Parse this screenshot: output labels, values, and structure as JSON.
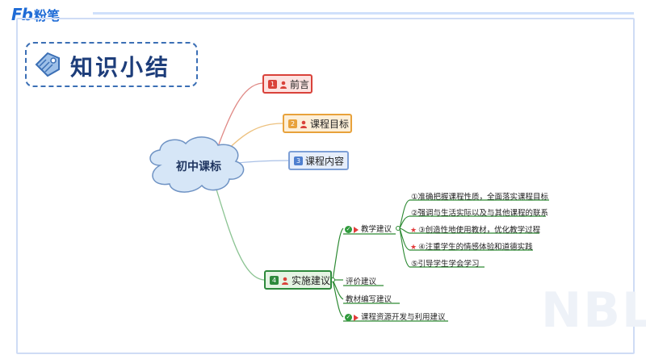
{
  "brand": {
    "logo": "Fb",
    "name": "粉笔"
  },
  "title": "知识小结",
  "center": "初中课标",
  "branches": [
    {
      "num": "1",
      "label": "前言"
    },
    {
      "num": "2",
      "label": "课程目标"
    },
    {
      "num": "3",
      "label": "课程内容"
    },
    {
      "num": "4",
      "label": "实施建议"
    }
  ],
  "sub": {
    "teaching": "教学建议",
    "evaluation": "评价建议",
    "textbook": "教材编写建议",
    "resources": "课程资源开发与利用建议"
  },
  "teaching_items": [
    "①准确把握课程性质，全面落实课程目标",
    "②强调与生活实际以及与其他课程的联系",
    "③创造性地使用教材，优化教学过程",
    "④注重学生的情感体验和道德实践",
    "⑤引导学生学会学习"
  ],
  "watermark": "NBL",
  "colors": {
    "branch1": "#d9423a",
    "branch2": "#e8a23b",
    "branch3": "#7d9fd6",
    "branch4": "#2e8a3c",
    "cloud": "#d6e6f7",
    "cloud_stroke": "#6f93c4",
    "underline": "#2d8a33"
  }
}
